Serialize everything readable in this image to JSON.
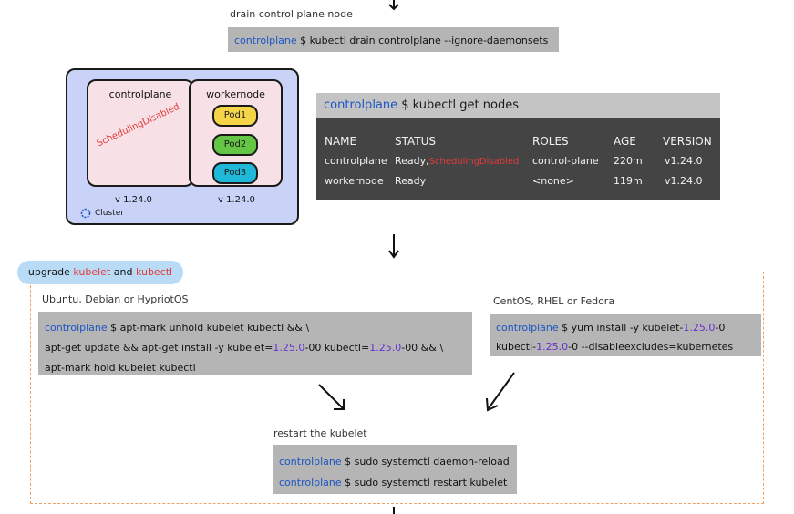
{
  "drain": {
    "label": "drain control plane node",
    "prompt": "controlplane",
    "command": " $ kubectl drain controlplane --ignore-daemonsets"
  },
  "cluster": {
    "controlplane_title": "controlplane",
    "workernode_title": "workernode",
    "scheduling_disabled": "SchedulingDisabled",
    "pods": [
      "Pod1",
      "Pod2",
      "Pod3"
    ],
    "cp_version": "v 1.24.0",
    "wn_version": "v 1.24.0",
    "cluster_label": "Cluster",
    "colors": {
      "pod1": "#f5d547",
      "pod2": "#65c545",
      "pod3": "#1fb8d8",
      "cluster_bg": "#c9d3f7",
      "node_bg": "#f7e1e6"
    }
  },
  "get_nodes": {
    "prompt": "controlplane",
    "command": " $ kubectl get nodes",
    "headers": [
      "NAME",
      "STATUS",
      "ROLES",
      "AGE",
      "VERSION"
    ],
    "rows": [
      {
        "name": "controlplane",
        "status_ready": "Ready,",
        "status_flag": "SchedulingDisabled",
        "roles": "control-plane",
        "age": "220m",
        "version": "v1.24.0"
      },
      {
        "name": "workernode",
        "status_ready": "Ready",
        "status_flag": "",
        "roles": "<none>",
        "age": "119m",
        "version": "v1.24.0"
      }
    ]
  },
  "upgrade": {
    "pill_prefix": "upgrade ",
    "pill_kubelet": "kubelet",
    "pill_and": " and ",
    "pill_kubectl": "kubectl",
    "ubuntu_label": "Ubuntu, Debian or HypriotOS",
    "ubuntu_prompt": "controlplane",
    "ubuntu_line1": " $ apt-mark unhold kubelet kubectl && \\",
    "ubuntu_line2_a": "apt-get update && apt-get install -y kubelet=",
    "ubuntu_line2_v1": "1.25.0",
    "ubuntu_line2_b": "-00 kubectl=",
    "ubuntu_line2_v2": "1.25.0",
    "ubuntu_line2_c": "-00 && \\",
    "ubuntu_line3": "apt-mark hold kubelet kubectl",
    "centos_label": "CentOS, RHEL or Fedora",
    "centos_prompt": "controlplane",
    "centos_line1_a": " $ yum install -y kubelet-",
    "centos_line1_v": "1.25.0",
    "centos_line1_b": "-0",
    "centos_line2_a": "kubectl-",
    "centos_line2_v": "1.25.0",
    "centos_line2_b": "-0 --disableexcludes=kubernetes",
    "restart_label": "restart the kubelet",
    "restart_prompt1": "controlplane",
    "restart_cmd1": " $ sudo systemctl daemon-reload",
    "restart_prompt2": "controlplane",
    "restart_cmd2": " $ sudo systemctl restart kubelet"
  },
  "colors": {
    "prompt": "#1a56c4",
    "version": "#6a2fd0",
    "highlight": "#e23b3b",
    "frame": "#f0a060",
    "pill": "#b9dbf5"
  }
}
